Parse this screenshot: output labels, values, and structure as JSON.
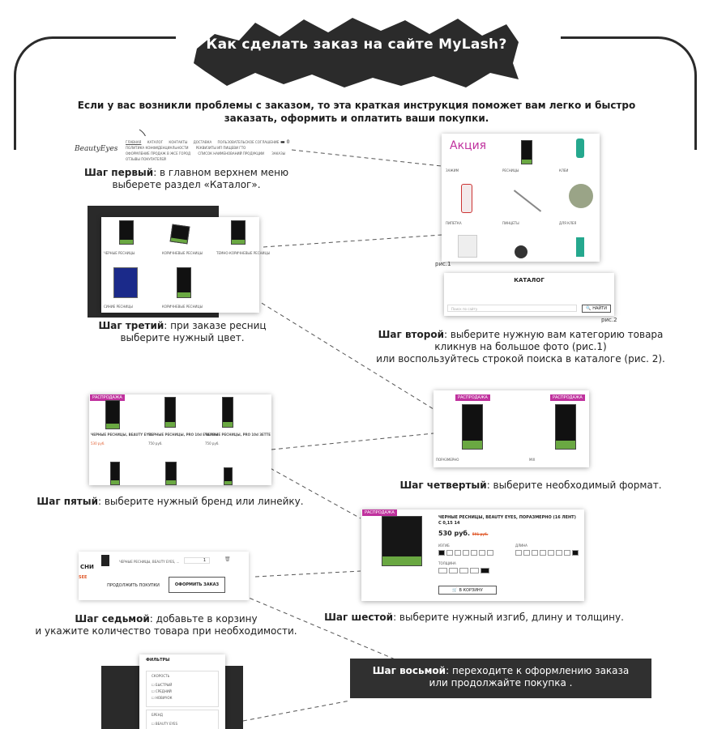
{
  "header": {
    "title": "Как сделать заказ на сайте MyLash?",
    "intro_line1": "Если у вас возникли проблемы с заказом, то эта краткая инструкция поможет вам легко и быстро",
    "intro_line2": "заказать, оформить и оплатить ваши покупки."
  },
  "steps": {
    "s1": {
      "bold": "Шаг первый",
      "text1": ": в главном верхнем меню",
      "text2": "выберете раздел «Каталог»."
    },
    "s2": {
      "bold": "Шаг второй",
      "text1": ": выберите нужную вам категорию товара",
      "text2": "кликнув на большое фото (рис.1)",
      "text3": "или воспользуйтесь строкой поиска в каталоге (рис. 2)."
    },
    "s3": {
      "bold": "Шаг третий",
      "text1": ": при заказе ресниц",
      "text2": "выберите нужный цвет."
    },
    "s4": {
      "bold": "Шаг четвертый",
      "text1": ": выберите необходимый формат."
    },
    "s5": {
      "bold": "Шаг пятый",
      "text1": ": выберите нужный бренд или линейку."
    },
    "s6": {
      "bold": "Шаг шестой",
      "text1": ": выберите нужный изгиб, длину и толщину."
    },
    "s7": {
      "bold": "Шаг седьмой",
      "text1": ": добавьте в корзину",
      "text2": "и укажите количество товара при необходимости."
    },
    "s8": {
      "bold": "Шаг восьмой",
      "text1": ": переходите к оформлению заказа",
      "text2": "или продолжайте покупка ."
    }
  },
  "shots": {
    "menu": {
      "logo": "BeautyEyes",
      "items": [
        "ГЛАВНАЯ",
        "КАТАЛОГ",
        "КОНТАКТЫ",
        "ДОСТАВКА",
        "ПОЛЬЗОВАТЕЛЬСКОЕ СОГЛАШЕНИЕ"
      ],
      "row2": [
        "ПОЛИТИКА КОНФИДЕНЦИАЛЬНОСТИ",
        "РЕКВИЗИТЫ ИП ПИЩЕВИ ГТО"
      ],
      "row3": [
        "ОФОРМЛЕНИЕ ПРОДАЖ В ЖСЕ ГОРОД",
        "СПИСОК НАИМЕНОВАНИЙ ПРОДУКЦИИ",
        "ЗАКАЗЫ"
      ],
      "row4": "ОТЗЫВЫ ПОКУПАТЕЛЕЙ"
    },
    "catalog_grid": {
      "heading": "Акция",
      "labels": [
        "ЗАЖИМ",
        "РЕСНИЦЫ",
        "КЛЕИ",
        "ПИПЕТКА",
        "ПИНЦЕТЫ",
        "ДЛЯ КЛЕЯ"
      ],
      "fig": "рис.1"
    },
    "catalog_search": {
      "heading": "КАТАЛОГ",
      "placeholder": "Поиск по сайту",
      "button": "НАЙТИ",
      "fig": "рис.2"
    },
    "colors": {
      "labels": [
        "ЧЕРНЫЕ РЕСНИЦЫ",
        "КОРИЧНЕВЫЕ РЕСНИЦЫ",
        "ТЕМНО-КОРИЧНЕВЫЕ РЕСНИЦЫ",
        "СИНИЕ РЕСНИЦЫ",
        "КОРИЧНЕВЫЕ РЕСНИЦЫ"
      ]
    },
    "formats": {
      "badges": [
        "РАСПРОДАЖА",
        "РАСПРОДАЖА"
      ],
      "labels": [
        "ПОРАЗМЕРНО",
        "MIX"
      ]
    },
    "brands": {
      "badge": "РАСПРОДАЖА",
      "names": [
        "ЧЕРНЫЕ РЕСНИЦЫ, BEAUTY EYES",
        "ЧЕРНЫЕ РЕСНИЦЫ, PRO 10d ЕТАЛОН",
        "ЧЕРНЫЕ РЕСНИЦЫ, PRO 10d ЗЕТТЕ"
      ],
      "prices": [
        "530 руб.",
        "750 руб.",
        "750 руб."
      ]
    },
    "product": {
      "badge": "РАСПРОДАЖА",
      "name": "ЧЕРНЫЕ РЕСНИЦЫ, BEAUTY EYES, ПОРАЗМЕРНО (16 ЛЕНТ) C 0,15 14",
      "price": "530 руб.",
      "old_price": "591 руб.",
      "label_curl": "ИЗГИБ",
      "label_len": "ДЛИНА",
      "label_thick": "ТОЛЩИНА",
      "cart": "В КОРЗИНУ"
    },
    "cart": {
      "prefix": "СНИ",
      "item": "ЧЕРНЫЕ РЕСНИЦЫ, BEAUTY EYES, ...",
      "qty": "1",
      "continue": "ПРОДОЛЖИТЬ ПОКУПКИ",
      "checkout": "ОФОРМИТЬ ЗАКАЗ"
    },
    "filters": {
      "heading": "ФИЛЬТРЫ",
      "group1": "СКОРОСТЬ",
      "opts1": [
        "БЫСТРЫЙ",
        "СРЕДНИЙ",
        "НОВИЧОК"
      ],
      "group2": "БРЕНД",
      "opts2": [
        "BEAUTY EYES"
      ]
    }
  },
  "colors": {
    "dark": "#2b2b2b",
    "badge": "#c0329e",
    "price": "#e05a2b",
    "lash_green": "#6aa842"
  }
}
